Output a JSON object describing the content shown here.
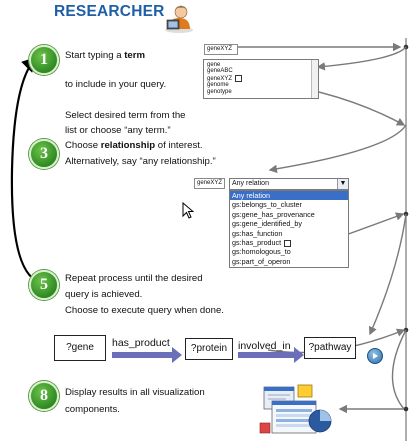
{
  "title": "RESEARCHER",
  "steps": [
    {
      "number": "1",
      "line1_pre": "Start typing a ",
      "line1_bold": "term",
      "line2": "to include in your query."
    },
    {
      "number": "3",
      "line0": "Select desired term from the",
      "line0b": "list or choose “any term.”",
      "line1_pre": "Choose ",
      "line1_bold": "relationship",
      "line1_post": " of interest.",
      "line2": "Alternatively, say “any relationship.”"
    },
    {
      "number": "5",
      "line1": "Repeat process until the desired",
      "line2": "query is achieved.",
      "line3": "Choose to execute query when done."
    },
    {
      "number": "8",
      "line1": "Display results in all visualization",
      "line2": "components."
    }
  ],
  "term_input": {
    "value": "geneXYZ"
  },
  "term_list": {
    "items": [
      "gene",
      "geneABC",
      "geneXYZ",
      "genome",
      "genotype"
    ]
  },
  "relation_input": {
    "value": "geneXYZ"
  },
  "relation_dropdown": {
    "selected": "Any relation",
    "arrow": "▼"
  },
  "relation_list": {
    "items": [
      "Any relation",
      "gs:belongs_to_cluster",
      "gs:gene_has_provenance",
      "gs:gene_identified_by",
      "gs:has_function",
      "gs:has_product",
      "gs:homologous_to",
      "gs:part_of_operon"
    ]
  },
  "query": {
    "nodes": [
      "?gene",
      "?protein",
      "?pathway"
    ],
    "edges": [
      "has_product",
      "involved_in"
    ]
  },
  "colors": {
    "title": "#1f5fa8",
    "step_green": "#2f8a22",
    "arrow_purple": "#6b6fb8",
    "connector_gray": "#808080"
  }
}
